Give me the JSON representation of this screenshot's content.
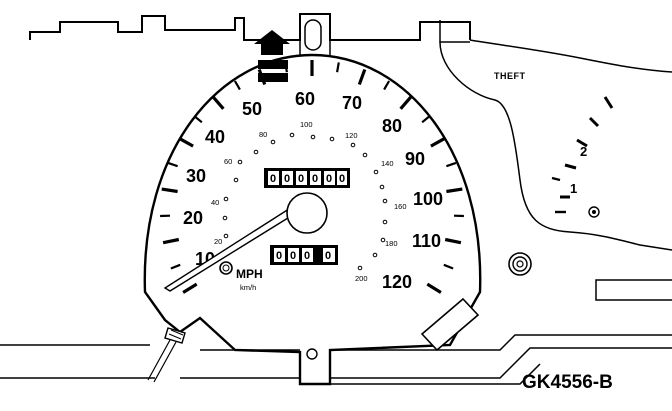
{
  "speedometer": {
    "mph_labels": [
      "10",
      "20",
      "30",
      "40",
      "50",
      "60",
      "70",
      "80",
      "90",
      "100",
      "110",
      "120"
    ],
    "kmh_labels": [
      "20",
      "40",
      "60",
      "80",
      "100",
      "120",
      "140",
      "160",
      "180",
      "200"
    ],
    "unit_mph": "MPH",
    "unit_kmh": "km/h",
    "odometer": [
      "0",
      "0",
      "0",
      "0",
      "0",
      "0"
    ],
    "trip_odometer": [
      "0",
      "0",
      "0",
      "0"
    ]
  },
  "tachometer": {
    "labels": [
      "1",
      "2"
    ]
  },
  "indicator": {
    "theft_label": "THEFT"
  },
  "figure_id": "GK4556-B"
}
